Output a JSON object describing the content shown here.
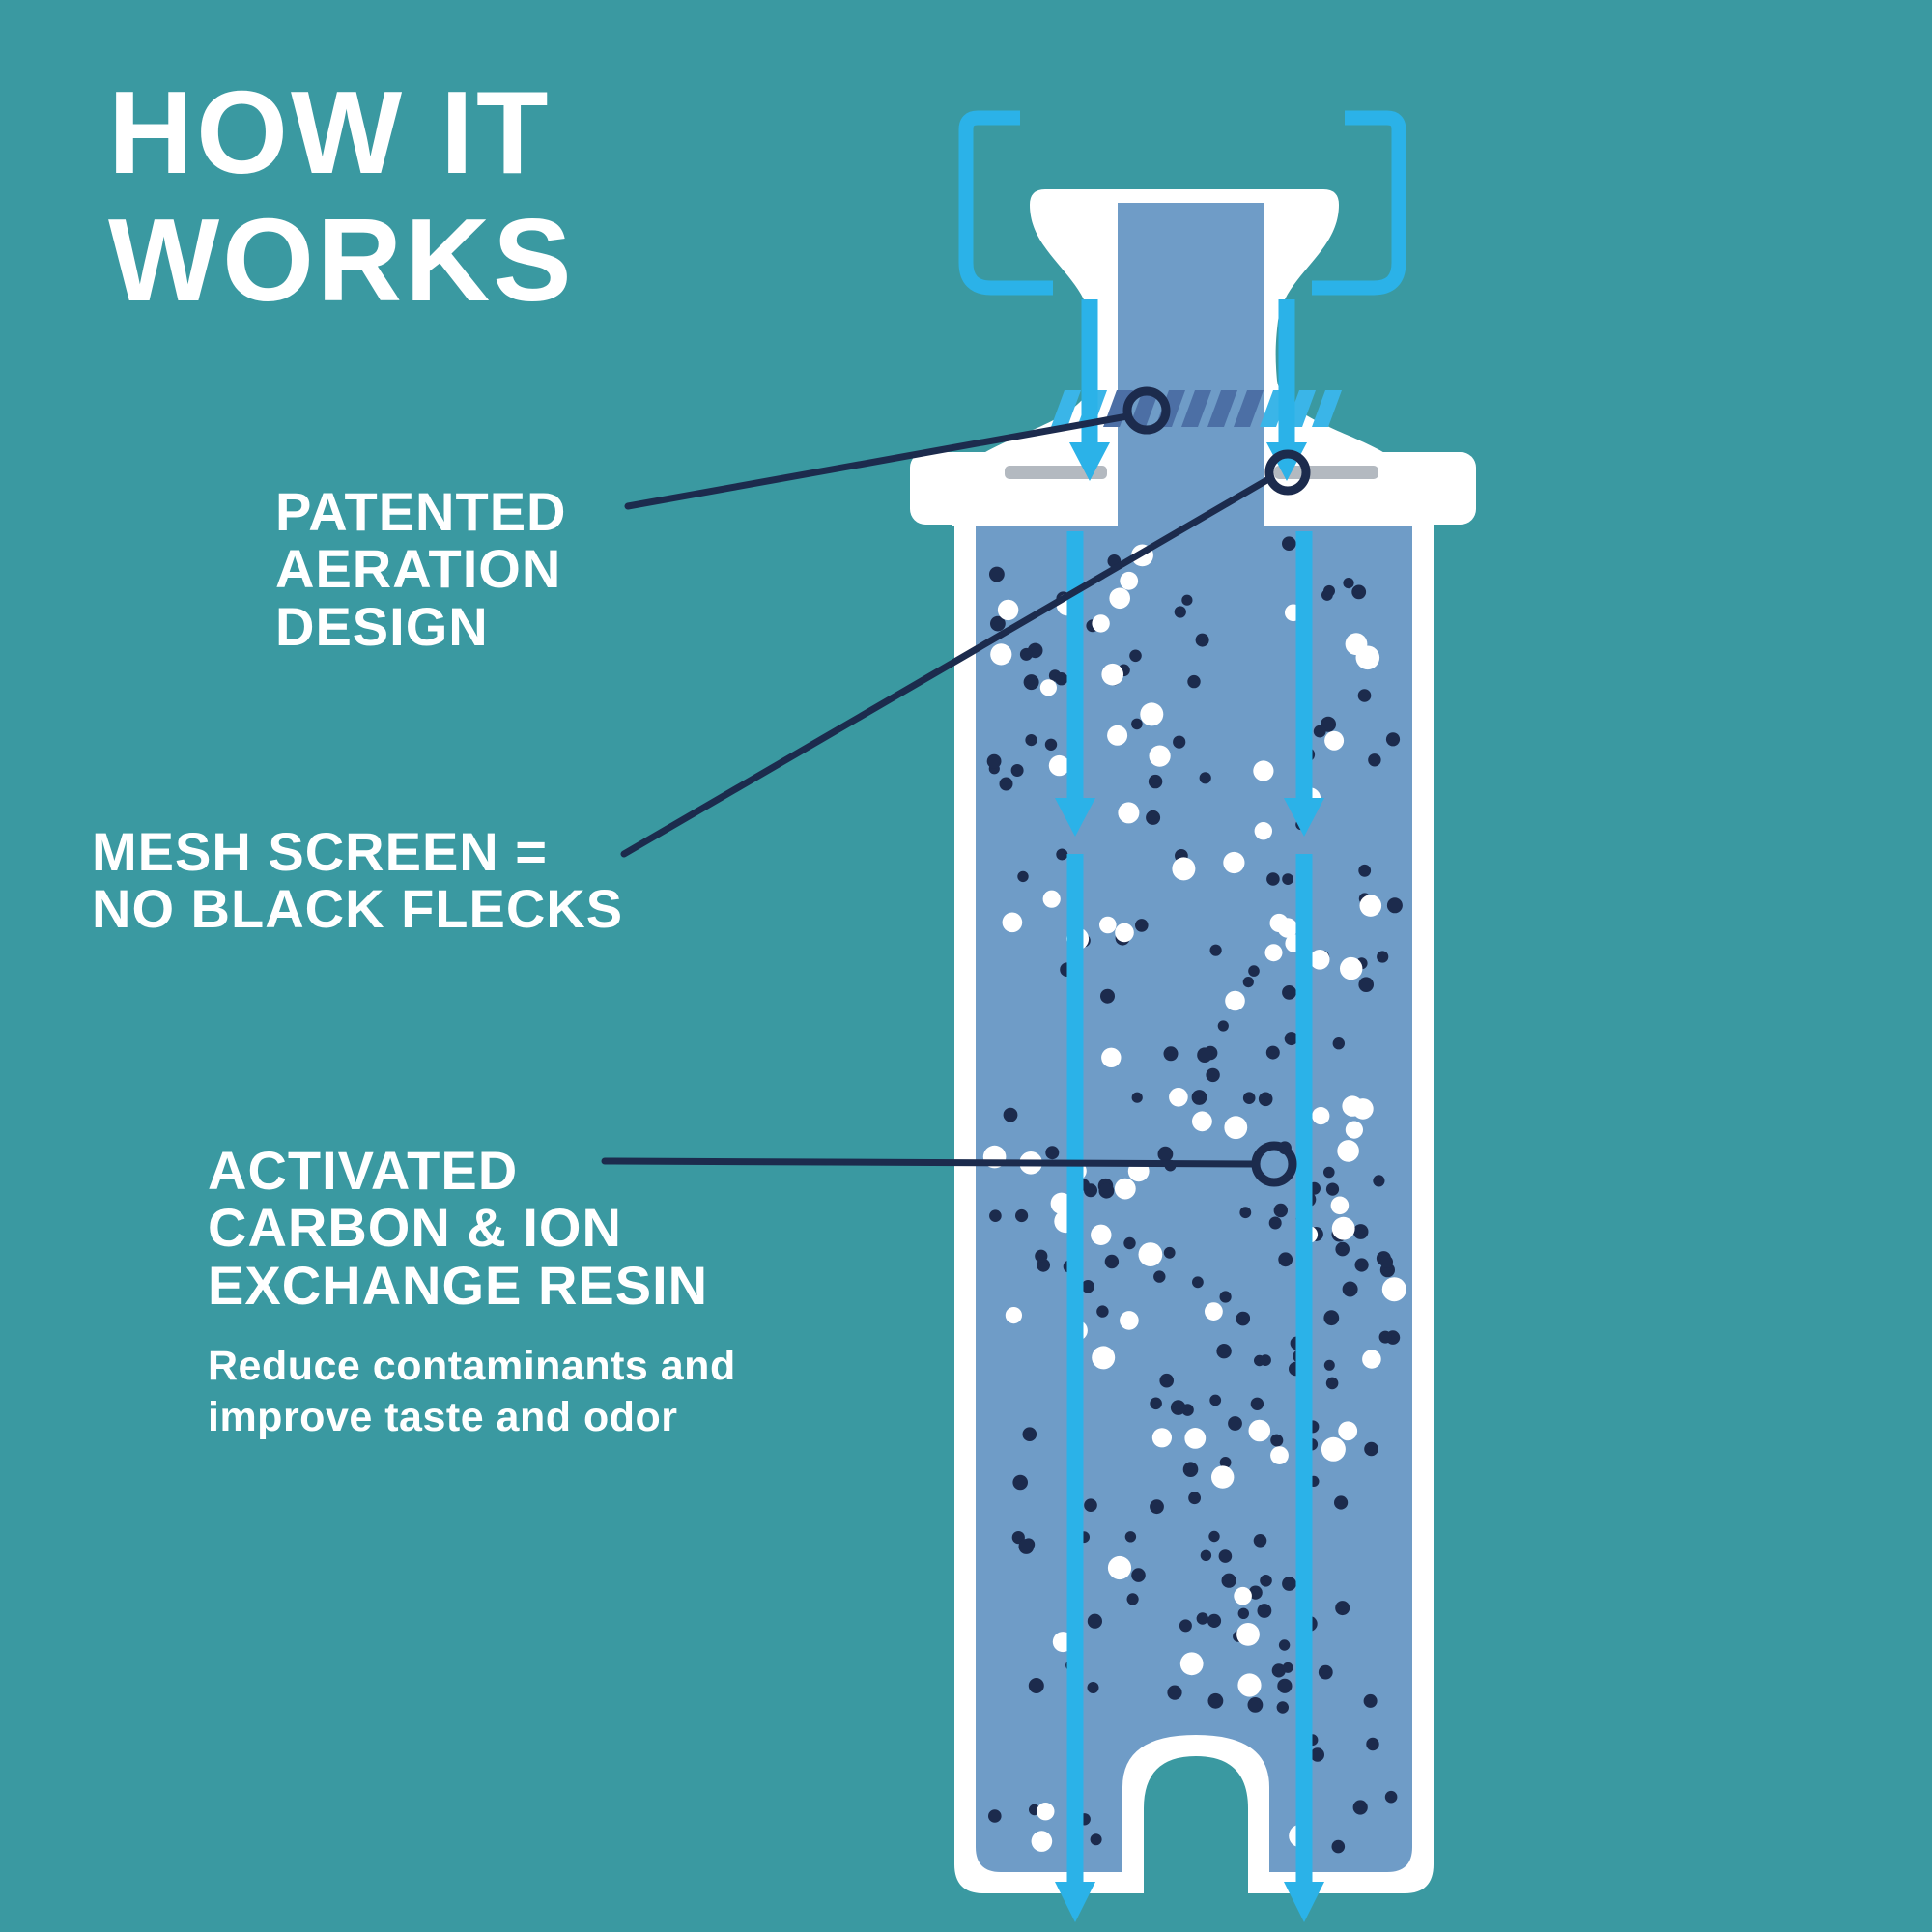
{
  "title": {
    "line1": "HOW IT",
    "line2": "WORKS"
  },
  "labels": {
    "aeration": {
      "line1": "PATENTED",
      "line2": "AERATION",
      "line3": "DESIGN"
    },
    "mesh": {
      "line1": "MESH SCREEN =",
      "line2": "NO BLACK FLECKS"
    },
    "resin": {
      "line1": "ACTIVATED",
      "line2": "CARBON & ION",
      "line3": "EXCHANGE RESIN",
      "sub_line1": "Reduce contaminants and",
      "sub_line2": "improve taste and odor"
    }
  },
  "colors": {
    "background": "#3a99a1",
    "text": "#ffffff",
    "filter_white": "#ffffff",
    "filter_body_blue": "#6f9cc7",
    "water_blue": "#2bb2e8",
    "navy": "#1c2b4d",
    "mesh_gray": "#b3b9c0",
    "slit_light": "#3ab5e8",
    "slit_dark": "#4c6fa5",
    "particle_white": "#ffffff"
  },
  "particles": {
    "dark_count": 200,
    "white_count": 80
  }
}
